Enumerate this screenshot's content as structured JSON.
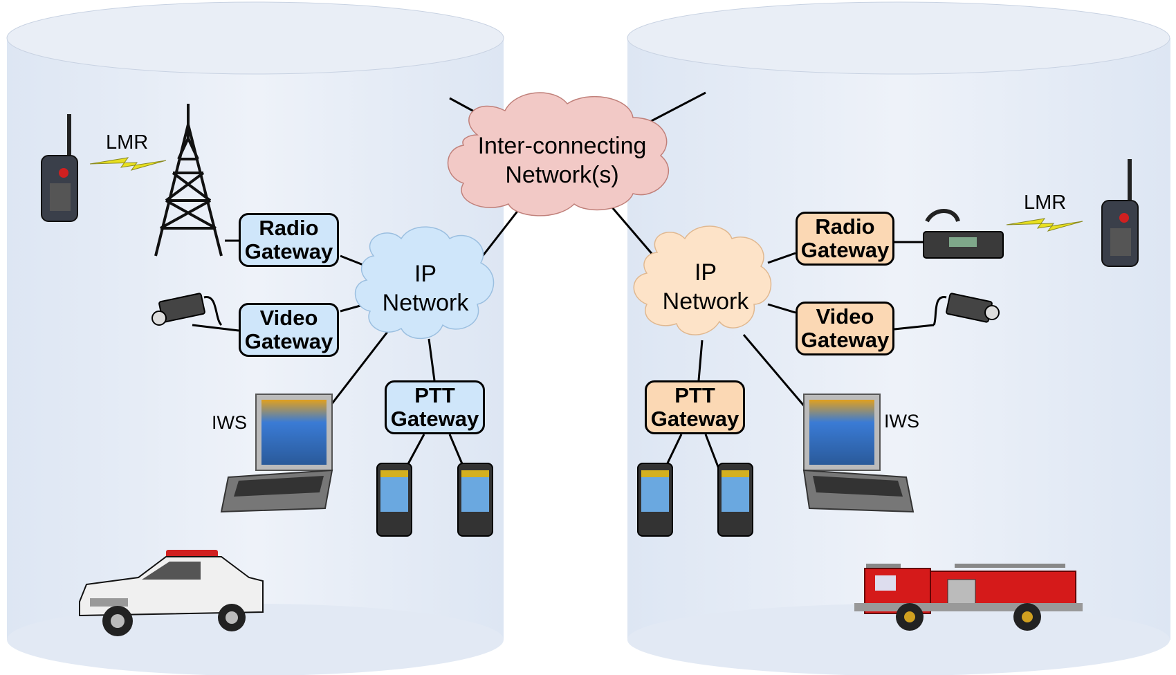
{
  "interconnect": {
    "line1": "Inter-connecting",
    "line2": "Network(s)"
  },
  "left": {
    "ip_network": {
      "line1": "IP",
      "line2": "Network"
    },
    "radio_gateway": {
      "line1": "Radio",
      "line2": "Gateway"
    },
    "video_gateway": {
      "line1": "Video",
      "line2": "Gateway"
    },
    "ptt_gateway": {
      "line1": "PTT",
      "line2": "Gateway"
    },
    "lmr_label": "LMR",
    "iws_label": "IWS"
  },
  "right": {
    "ip_network": {
      "line1": "IP",
      "line2": "Network"
    },
    "radio_gateway": {
      "line1": "Radio",
      "line2": "Gateway"
    },
    "video_gateway": {
      "line1": "Video",
      "line2": "Gateway"
    },
    "ptt_gateway": {
      "line1": "PTT",
      "line2": "Gateway"
    },
    "lmr_label": "LMR",
    "iws_label": "IWS"
  },
  "colors": {
    "cylinder_fill": "#e8eef7",
    "left_cloud": "#cfe6fa",
    "right_cloud": "#fde3c8",
    "center_cloud": "#f2c9c6",
    "left_gateway": "#cfe6fa",
    "right_gateway": "#fbd8b4"
  }
}
